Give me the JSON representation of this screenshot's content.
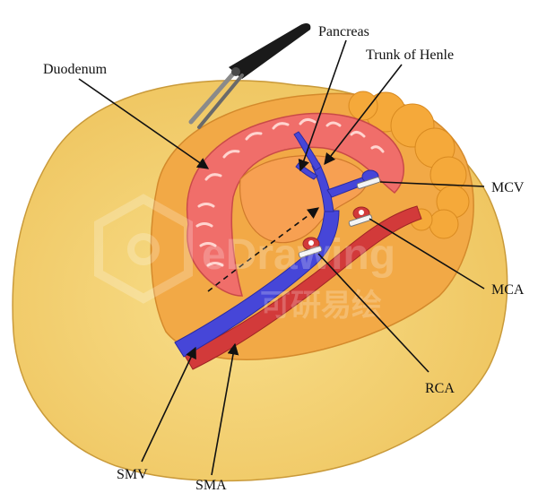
{
  "labels": {
    "duodenum": "Duodenum",
    "pancreas": "Pancreas",
    "trunk_of_henle": "Trunk of Henle",
    "mcv": "MCV",
    "mca": "MCA",
    "rca": "RCA",
    "smv": "SMV",
    "sma": "SMA"
  },
  "watermark": {
    "latin": "eDrawing",
    "chinese": "可研易绘"
  },
  "colors": {
    "abdomen": "#f3cf6e",
    "cavity": "#f0a94a",
    "duodenum": "#f06e6a",
    "pancreas": "#f7a052",
    "vein": "#4646d8",
    "artery": "#d23a3a",
    "fat": "#f5a93a"
  },
  "icons": {
    "forceps": "forceps-icon",
    "clip": "vessel-clip-icon",
    "watermark_logo": "hexagon-logo-icon"
  }
}
